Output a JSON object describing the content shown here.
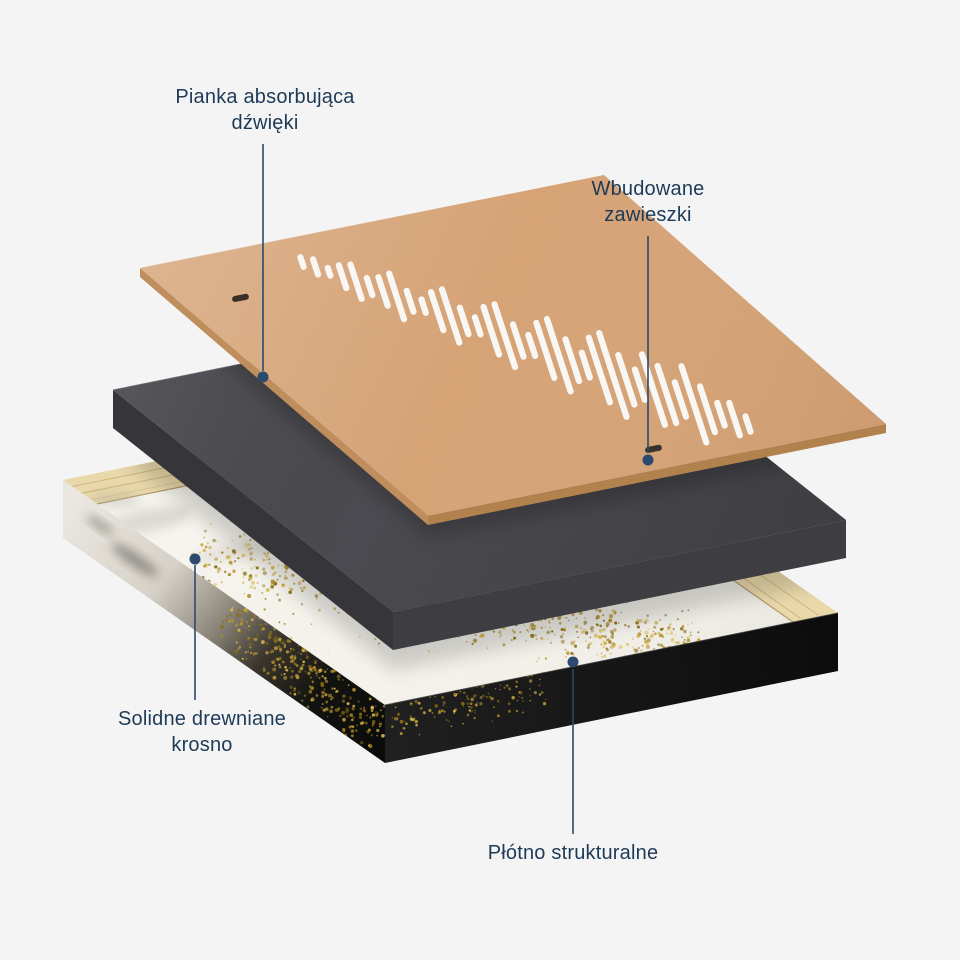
{
  "page": {
    "background": "#f4f4f4"
  },
  "colors": {
    "accent_navy": "#2b4a6e",
    "label_navy": "#1d3a57",
    "board_tan": "#daa678",
    "board_edge": "#bf8e5c",
    "foam_gray": "#4d4d53",
    "slot_white": "#f8f7f3",
    "wood_light": "#e9d8aa",
    "canvas_cream": "#f4f2eb",
    "side_black": "#121212",
    "gold": "#b8922c",
    "gold_light": "#d6b84e",
    "gold_dark": "#8a6c18",
    "hanger_dark": "#3a3028"
  },
  "labels": {
    "foam": {
      "text": "Pianka absorbująca\ndźwięki"
    },
    "hangers": {
      "text": "Wbudowane\nzawieszki"
    },
    "frame": {
      "text": "Solidne drewniane\nkrosno"
    },
    "canvas": {
      "text": "Płótno strukturalne"
    }
  },
  "artwork": {
    "waveform_bars": [
      5,
      8,
      4,
      12,
      18,
      9,
      15,
      24,
      11,
      7,
      20,
      28,
      14,
      9,
      25,
      33,
      17,
      11,
      29,
      38,
      22,
      13,
      34,
      44,
      26,
      16,
      37,
      30,
      18,
      40,
      24,
      12,
      17,
      8
    ]
  }
}
